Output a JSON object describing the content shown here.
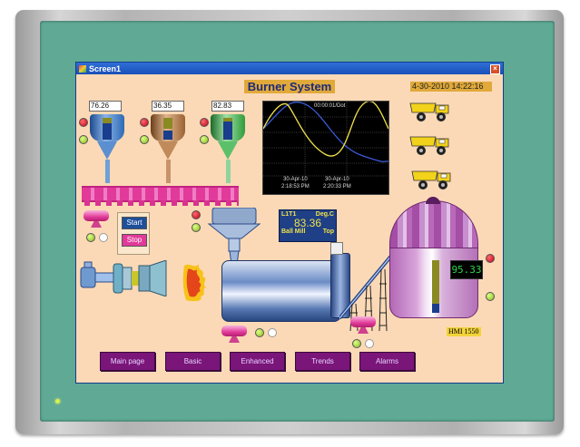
{
  "device": {
    "model_label": "HMI 1550",
    "power_led_color": "#d9f04a"
  },
  "window": {
    "title": "Screen1",
    "close_glyph": "×"
  },
  "header": {
    "title": "Burner System",
    "datetime": "4-30-2010 14:22:16"
  },
  "hoppers": [
    {
      "value": "76.26",
      "color": "#2e6ab4",
      "level_pct": 70
    },
    {
      "value": "36.35",
      "color": "#9a6233",
      "level_pct": 36
    },
    {
      "value": "82.83",
      "color": "#2f9b3c",
      "level_pct": 83
    }
  ],
  "trend": {
    "scale_label": "00:00:01/Dot",
    "x_labels": [
      {
        "date": "30-Apr-10",
        "time": "2:18:53 PM"
      },
      {
        "date": "30-Apr-10",
        "time": "2:20:33 PM"
      }
    ],
    "series_colors": [
      "#f0e24a",
      "#3a5bd8"
    ]
  },
  "controls": {
    "start_label": "Start",
    "stop_label": "Stop"
  },
  "readout": {
    "tag": "L1T1",
    "unit": "Deg.C",
    "value": "83.36",
    "location": "Ball Mill",
    "position": "Top"
  },
  "silo": {
    "display_value": "95.33"
  },
  "nav": [
    {
      "label": "Main page"
    },
    {
      "label": "Basic"
    },
    {
      "label": "Enhanced"
    },
    {
      "label": "Trends"
    },
    {
      "label": "Alarms"
    }
  ],
  "colors": {
    "panel_bg": "#fcd9b6",
    "bezel_green": "#5fa995",
    "nav_bg": "#7a1579",
    "title_gold": "#e0a93a"
  }
}
